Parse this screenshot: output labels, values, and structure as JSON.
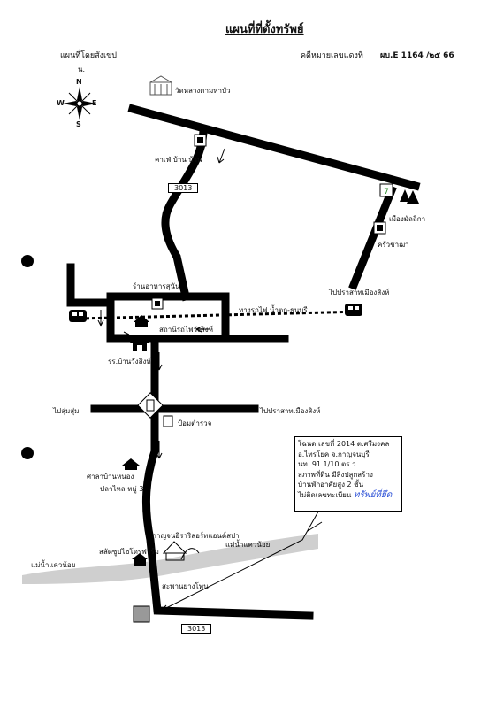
{
  "header": {
    "title": "แผนที่ที่ตั้งทรัพย์",
    "map_caption": "แผนที่โดยสังเขป",
    "north_abbrev": "น.",
    "case_label": "คดีหมายเลขแดงที่",
    "case_number": "ผบ.E 1164",
    "case_year": "/๒๕ 66"
  },
  "compass": {
    "n": "N",
    "s": "S",
    "e": "E",
    "w": "W"
  },
  "landmarks": {
    "temple": "วัดหลวงตามหาบัว",
    "cafe": "คาเฟ่ บ้าน บ้าน",
    "road_north": "3013",
    "shop711_area": "เมืองมัลลิกา",
    "kritchaya": "ครัวชาฌา",
    "to_prasat_top": "ไปปราสาทเมืองสิงห์",
    "restaurant": "ร้านอาหารสุนัน",
    "railway": "ทางรถไฟ น้ำตก-ธนบุรี",
    "station": "สถานีรถไฟวังสิงห์",
    "school": "รร.บ้านวังสิงห์",
    "to_lumsum": "ไปลุ่มสุ่ม",
    "to_prasat_mid": "ไปปราสาทเมืองสิงห์",
    "post_office": "ป้อมตำรวจ",
    "pavilion": "ศาลาบ้านหนอง",
    "pavilion2": "ปลาไหล หมู่ 3",
    "resort": "กาญจนอิราริสอร์ทแอนด์สปา",
    "river_right": "แม่น้ำแควน้อย",
    "farm": "สลัดซูปไฮโดรฟาร์ม",
    "river_left": "แม่น้ำแควน้อย",
    "bridge": "สะพานยางโทน",
    "road_south": "3013"
  },
  "note": {
    "line1": "โฉนด เลขที่ 2014  ต.ศรีมงคล",
    "line2": "อ.ไทรโยค จ.กาญจนบุรี",
    "line3": "นท. 91.1/10 ตร.ว.",
    "line4": "สภาพที่ดิน มีสิ่งปลูกสร้าง",
    "line5": "บ้านพักอาศัยสูง 2 ชั้น",
    "line6": "ไม่ติดเลขทะเบียน",
    "handwritten": "ทรัพย์ที่ยึด"
  },
  "colors": {
    "road": "#000000",
    "river": "#cfcfcf",
    "ink_blue": "#2a4fd6"
  }
}
